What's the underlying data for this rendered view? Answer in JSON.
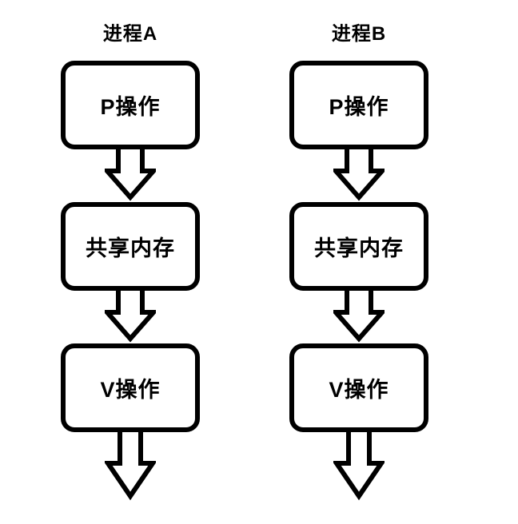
{
  "diagram": {
    "columns": [
      {
        "title": "进程A",
        "boxes": [
          "P操作",
          "共享内存",
          "V操作"
        ]
      },
      {
        "title": "进程B",
        "boxes": [
          "P操作",
          "共享内存",
          "V操作"
        ]
      }
    ],
    "colors": {
      "line": "#000000",
      "background": "#ffffff"
    }
  }
}
